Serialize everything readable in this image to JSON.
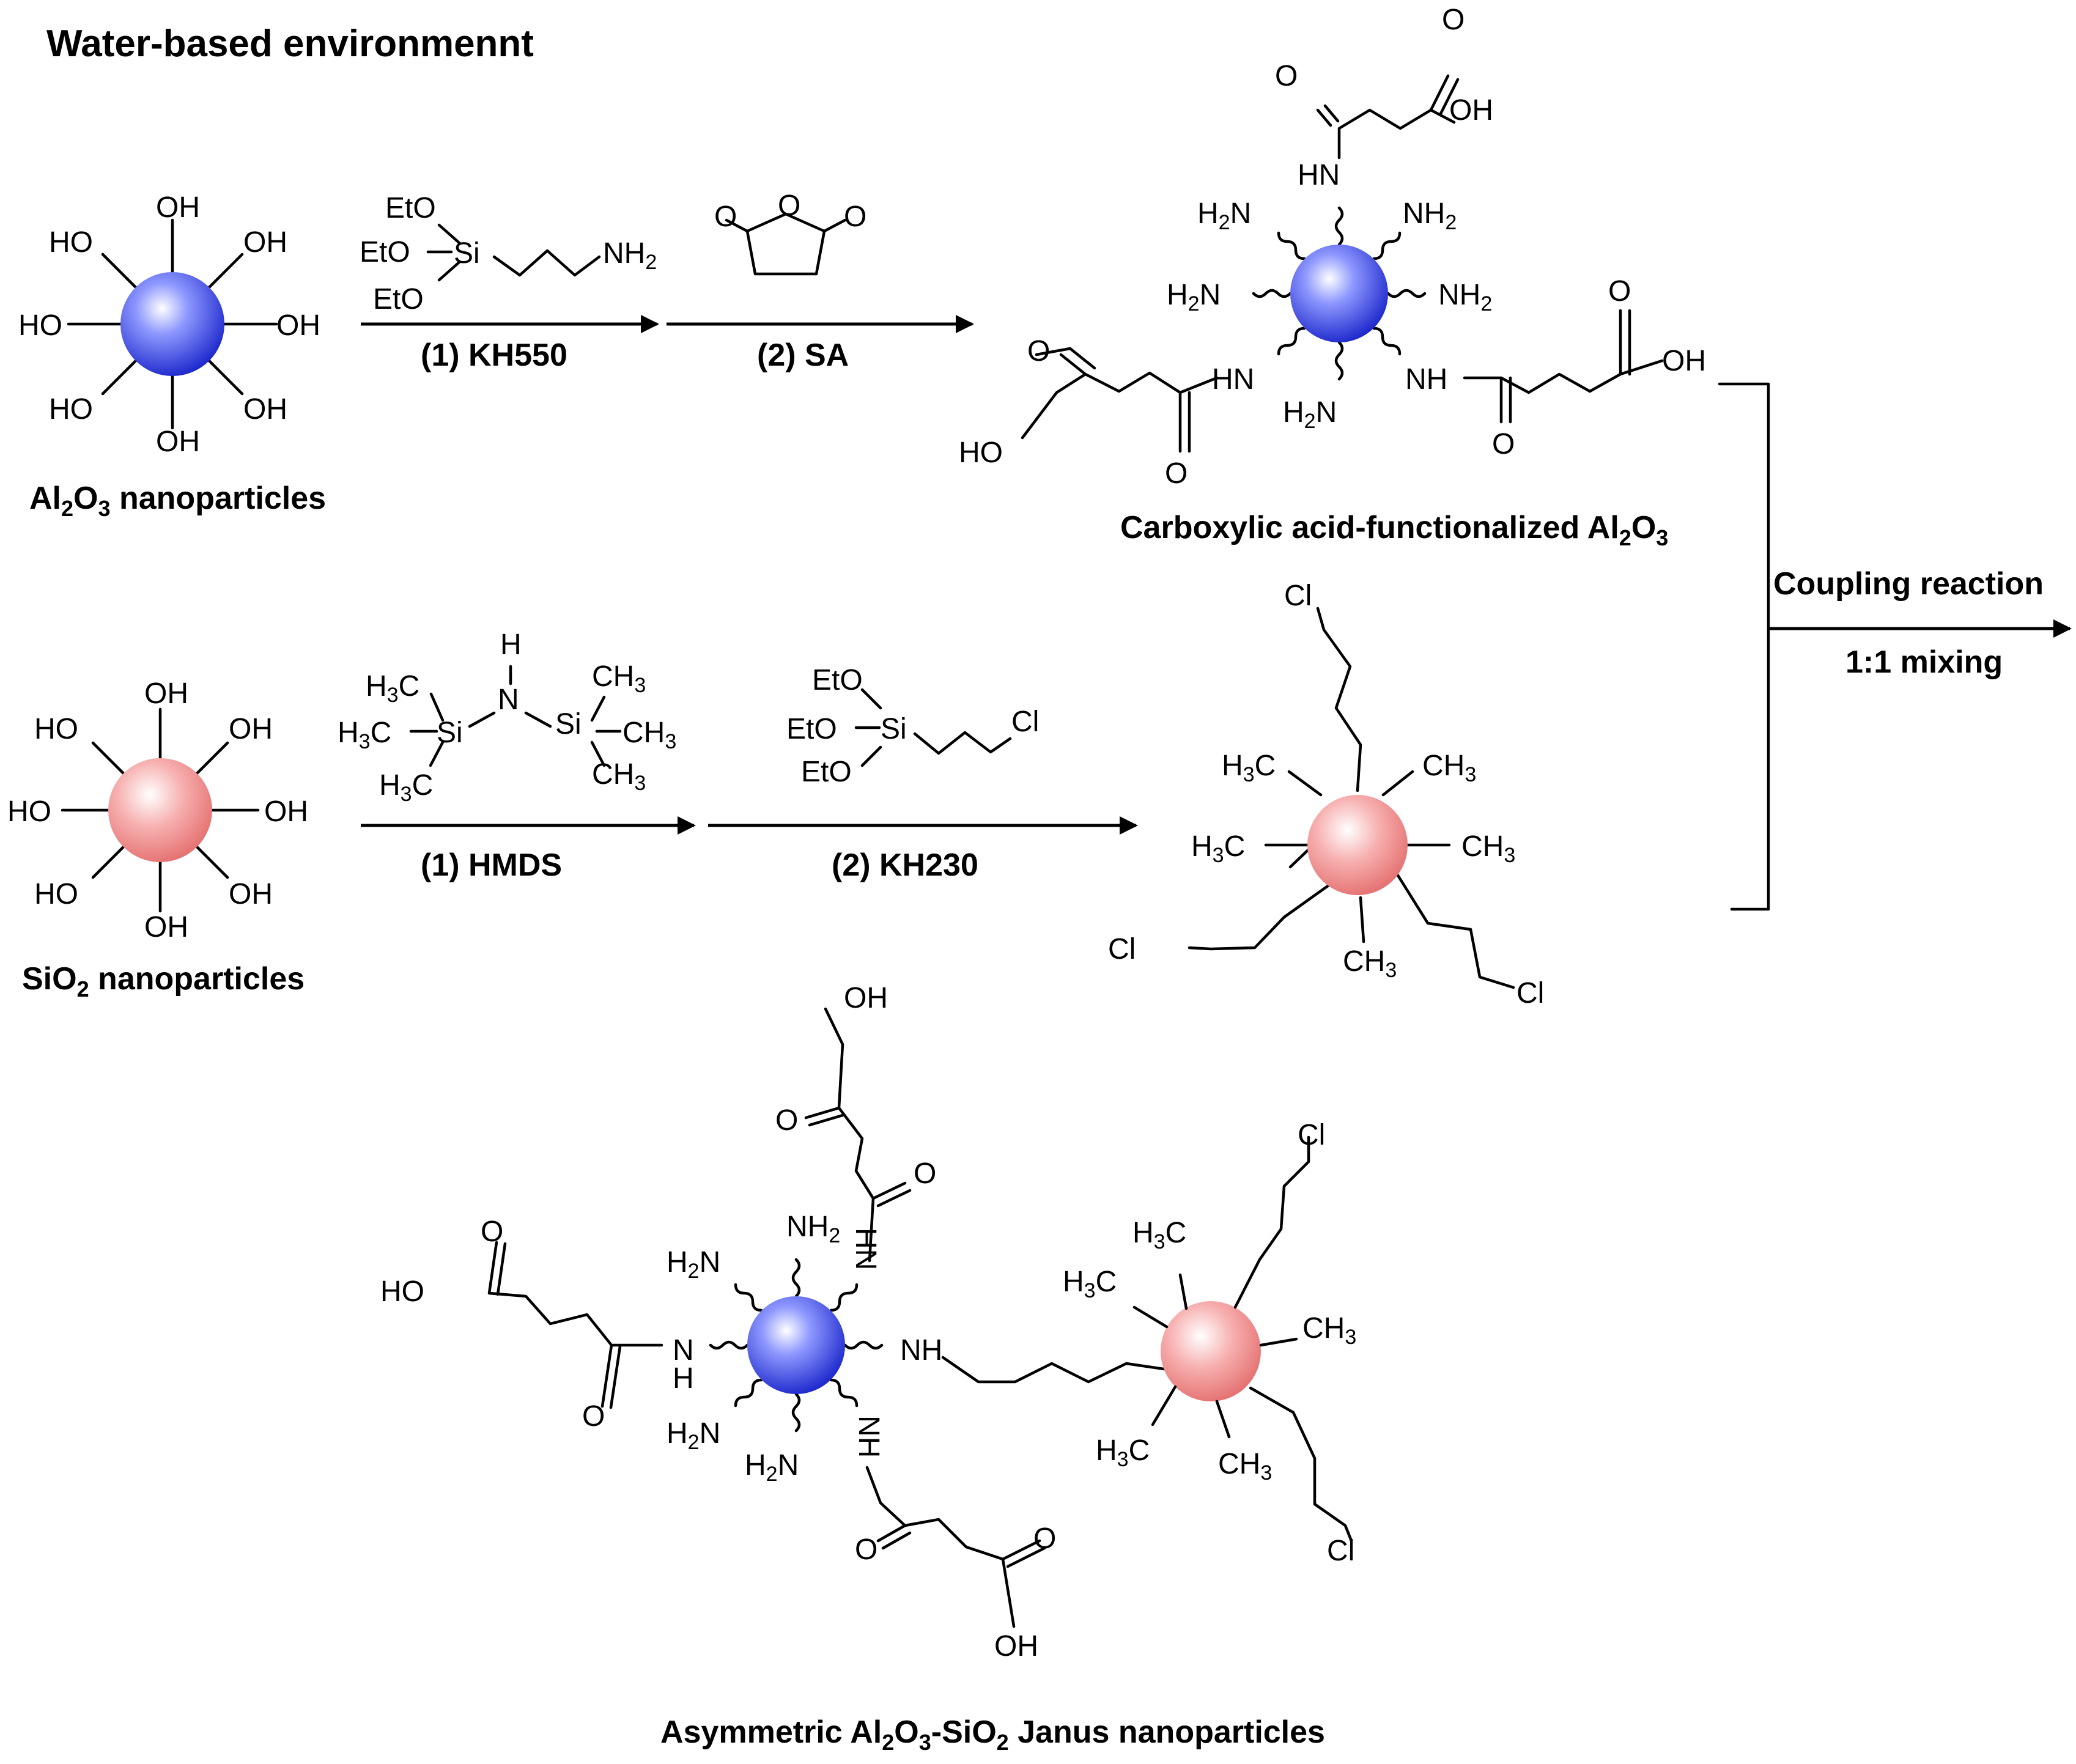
{
  "title": "Water-based environmennt",
  "colors": {
    "al2o3_particle": "#2f3dd9",
    "sio2_particle": "#f28d8d",
    "line": "#000000"
  },
  "captions": {
    "al2o3_np": {
      "pre": "Al",
      "sub1": "2",
      "mid": "O",
      "sub2": "3",
      "post": " nanoparticles"
    },
    "sio2_np": {
      "pre": "SiO",
      "sub1": "2",
      "post": " nanoparticles"
    },
    "cooh_al2o3": {
      "pre": "Carboxylic acid-functionalized Al",
      "sub1": "2",
      "mid": "O",
      "sub2": "3"
    },
    "janus": {
      "pre": "Asymmetric Al",
      "sub1": "2",
      "mid": "O",
      "sub2": "3",
      "mid2": "-SiO",
      "sub3": "2",
      "post": " Janus nanoparticles"
    }
  },
  "steps": {
    "kh550": "(1) KH550",
    "sa": "(2) SA",
    "hmds": "(1) HMDS",
    "kh230": "(2) KH230",
    "coupling": "Coupling reaction",
    "mixing": "1:1 mixing"
  },
  "atoms": {
    "oh": "OH",
    "ho": "HO",
    "o": "O",
    "eto": "EtO",
    "si": "Si",
    "nh": "NH",
    "hn": "HN",
    "h": "H",
    "n": "N",
    "cl": "Cl",
    "nh2": {
      "pre": "NH",
      "sub": "2"
    },
    "h2n": {
      "pre": "H",
      "sub": "2",
      "post": "N"
    },
    "h3c": {
      "pre": "H",
      "sub": "3",
      "post": "C"
    },
    "ch3": {
      "pre": "CH",
      "sub": "3"
    }
  }
}
